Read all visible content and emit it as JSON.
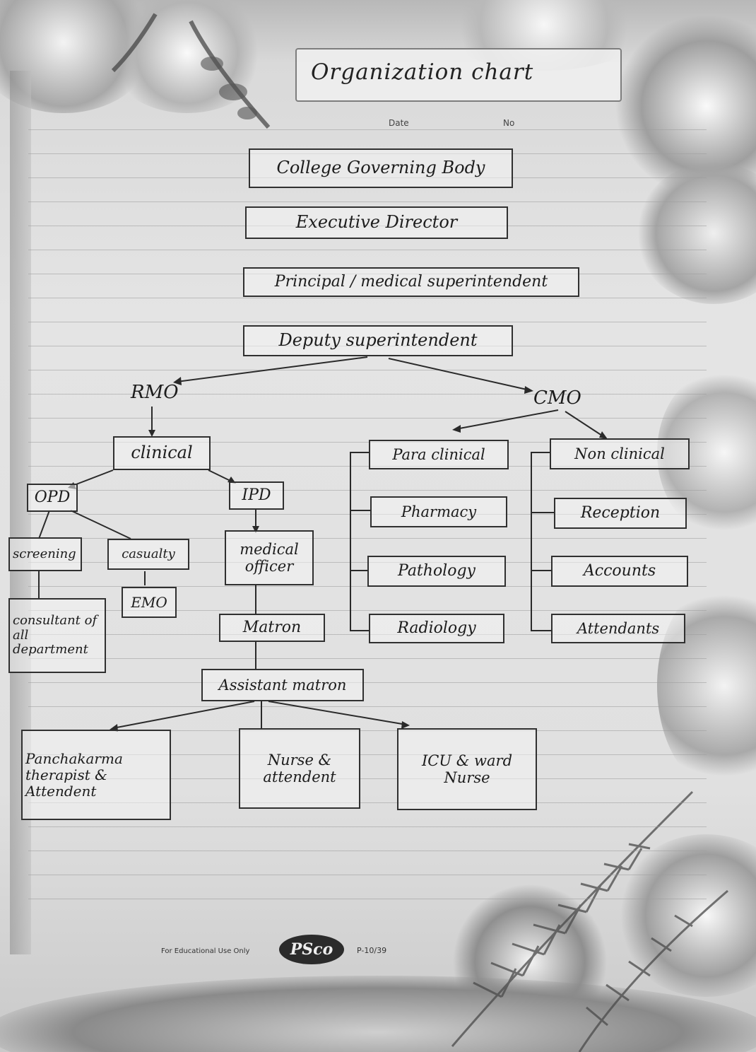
{
  "header": {
    "title": "Organization chart",
    "date_label": "Date",
    "no_label": "No"
  },
  "chart": {
    "governing_body": "College Governing Body",
    "executive_director": "Executive Director",
    "principal": "Principal / medical superintendent",
    "deputy": "Deputy superintendent",
    "rmo": "RMO",
    "cmo": "CMO",
    "clinical": "clinical",
    "opd": "OPD",
    "ipd": "IPD",
    "screening": "screening",
    "casualty": "casualty",
    "consultant": "consultant of all department",
    "emo": "EMO",
    "medical_officer": "medical officer",
    "matron": "Matron",
    "assistant_matron": "Assistant matron",
    "panchakarma": "Panchakarma therapist & Attendent",
    "nurse_attendant": "Nurse & attendent",
    "icu_ward": "ICU & ward Nurse",
    "para_clinical": "Para clinical",
    "pharmacy": "Pharmacy",
    "pathology": "Pathology",
    "radiology": "Radiology",
    "non_clinical": "Non clinical",
    "reception": "Reception",
    "accounts": "Accounts",
    "attendants": "Attendants"
  },
  "footer": {
    "brand": "For Educational Use Only",
    "logo": "PSco",
    "code": "P-10/39"
  },
  "colors": {
    "ink": "#1c1c1c",
    "paper": "#e2e2e2",
    "ruling": "#9c9c9c"
  }
}
